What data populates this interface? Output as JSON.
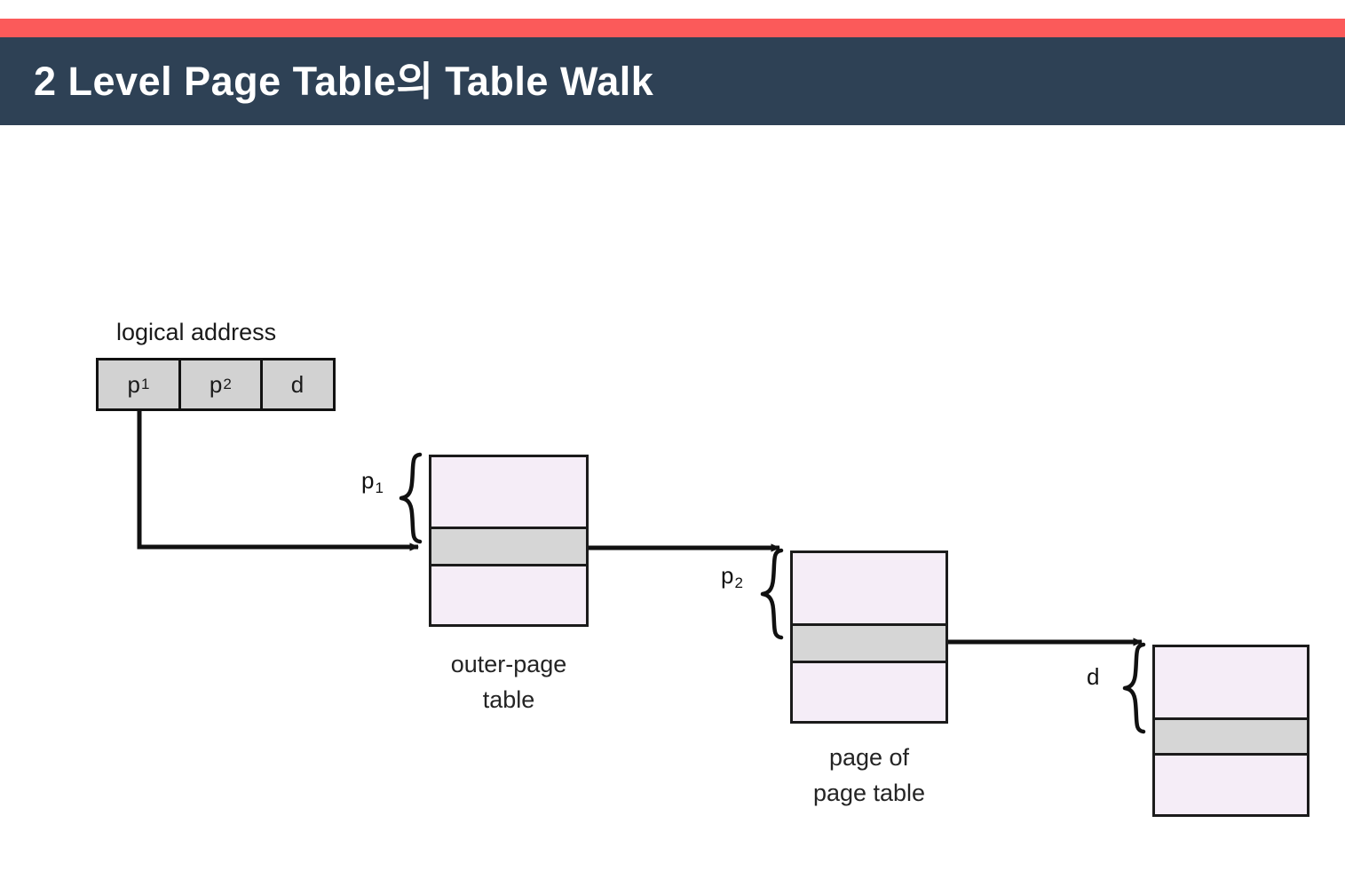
{
  "slide": {
    "title": "2 Level Page Table의 Table Walk",
    "accent_color": "#fb5a5a",
    "title_bar_color": "#2e4155",
    "background_color": "#ffffff"
  },
  "diagram": {
    "name": "two-level-page-table-walk",
    "logical_address": {
      "label": "logical address",
      "fields": [
        {
          "name": "p",
          "subscript": "1"
        },
        {
          "name": "p",
          "subscript": "2"
        },
        {
          "name": "d",
          "subscript": ""
        }
      ],
      "fill_color": "#d2d2d2",
      "border_color": "#111111"
    },
    "tables": [
      {
        "id": "outer-page-table",
        "caption_line1": "outer-page",
        "caption_line2": "table",
        "brace_label": "p",
        "brace_subscript": "1",
        "rows": [
          "pale",
          "gray",
          "pale"
        ],
        "pale_color": "#f5edf7",
        "gray_color": "#d6d6d6"
      },
      {
        "id": "page-of-page-table",
        "caption_line1": "page of",
        "caption_line2": "page table",
        "brace_label": "p",
        "brace_subscript": "2",
        "rows": [
          "pale",
          "gray",
          "pale"
        ],
        "pale_color": "#f5edf7",
        "gray_color": "#d6d6d6"
      },
      {
        "id": "memory-frame",
        "caption_line1": "",
        "caption_line2": "",
        "brace_label": "d",
        "brace_subscript": "",
        "rows": [
          "pale",
          "gray",
          "pale"
        ],
        "pale_color": "#f5edf7",
        "gray_color": "#d6d6d6"
      }
    ],
    "arrows": [
      {
        "name": "p1-to-outer-page-table",
        "from": "logical-address-p1",
        "to": "outer-page-table-selected-row"
      },
      {
        "name": "outer-page-table-to-page-of-page-table",
        "from": "outer-page-table-selected-row",
        "to": "page-of-page-table"
      },
      {
        "name": "page-of-page-table-to-memory",
        "from": "page-of-page-table-selected-row",
        "to": "memory-frame"
      }
    ]
  }
}
